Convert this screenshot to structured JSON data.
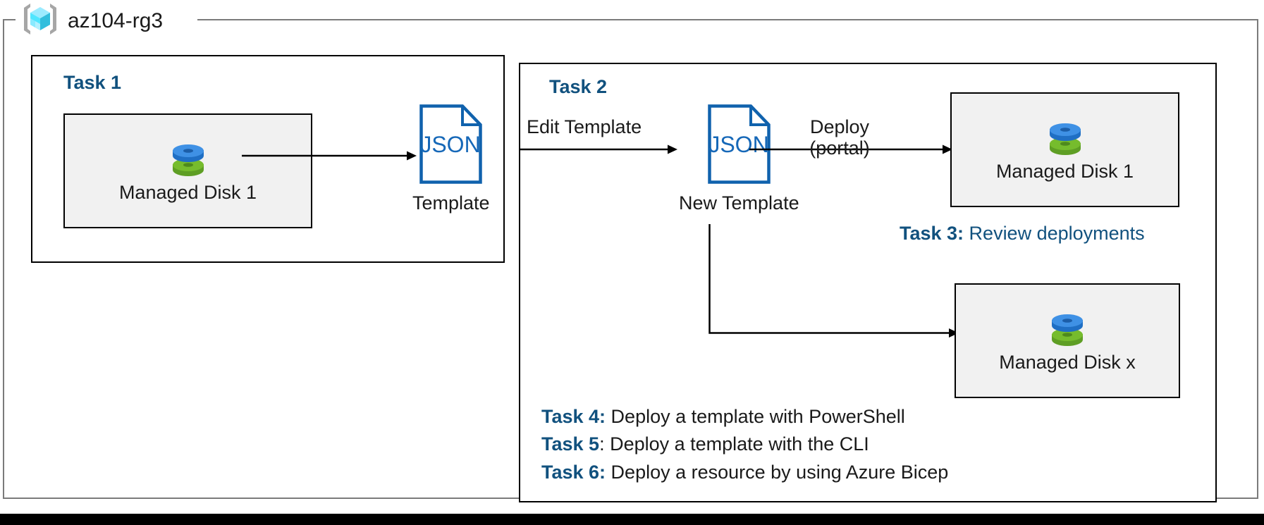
{
  "resource_group": {
    "name": "az104-rg3",
    "icon": "azure-resource-group-cube-icon"
  },
  "task1": {
    "heading": "Task 1",
    "resource": {
      "label": "Managed Disk 1",
      "icon": "managed-disk-icon"
    },
    "template": {
      "icon_text": "JSON",
      "caption": "Template"
    }
  },
  "task2": {
    "heading": "Task 2",
    "arrow_label": "Edit Template",
    "template": {
      "icon_text": "JSON",
      "caption": "New Template"
    },
    "deploy_arrow_label_top": "Deploy",
    "deploy_arrow_label_bottom": "(portal)",
    "resource_top": {
      "label": "Managed Disk 1",
      "icon": "managed-disk-icon"
    },
    "resource_bottom": {
      "label": "Managed Disk x",
      "icon": "managed-disk-icon"
    }
  },
  "task3": {
    "tag": "Task 3:",
    "text": " Review deployments"
  },
  "task4": {
    "tag": "Task 4:",
    "text": " Deploy a template with PowerShell"
  },
  "task5": {
    "tag": "Task 5",
    "text": ": Deploy a template with the CLI"
  },
  "task6": {
    "tag": "Task 6:",
    "text": " Deploy a resource by using Azure Bicep"
  },
  "colors": {
    "accent_blue": "#11517e",
    "json_blue": "#1668b8",
    "json_border": "#1062ad",
    "box_fill": "#f1f1f1",
    "box_border": "#000000",
    "frame_border": "#7b7b7b",
    "disk_blue": "#3f91e5",
    "disk_green": "#76bc2d",
    "cube_cyan": "#50e6ff"
  }
}
